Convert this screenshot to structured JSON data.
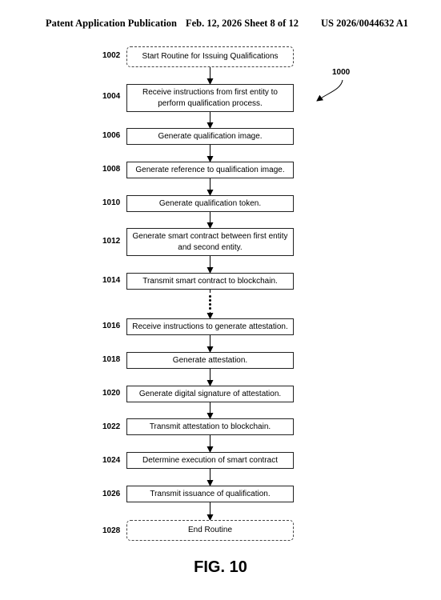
{
  "header": {
    "left": "Patent Application Publication",
    "middle": "Feb. 12, 2026  Sheet 8 of 12",
    "right": "US 2026/0044632 A1"
  },
  "figure_ref": "1000",
  "figure_label": "FIG. 10",
  "steps": [
    {
      "id": "1002",
      "text": "Start Routine for Issuing Qualifications"
    },
    {
      "id": "1004",
      "text": "Receive instructions from first entity to perform qualification process."
    },
    {
      "id": "1006",
      "text": "Generate qualification image."
    },
    {
      "id": "1008",
      "text": "Generate reference to qualification image."
    },
    {
      "id": "1010",
      "text": "Generate qualification token."
    },
    {
      "id": "1012",
      "text": "Generate smart contract between first entity and second entity."
    },
    {
      "id": "1014",
      "text": "Transmit smart contract to blockchain."
    },
    {
      "id": "1016",
      "text": "Receive instructions to generate attestation."
    },
    {
      "id": "1018",
      "text": "Generate attestation."
    },
    {
      "id": "1020",
      "text": "Generate digital signature of attestation."
    },
    {
      "id": "1022",
      "text": "Transmit attestation to blockchain."
    },
    {
      "id": "1024",
      "text": "Determine execution of smart contract"
    },
    {
      "id": "1026",
      "text": "Transmit issuance of qualification."
    },
    {
      "id": "1028",
      "text": "End Routine"
    }
  ]
}
